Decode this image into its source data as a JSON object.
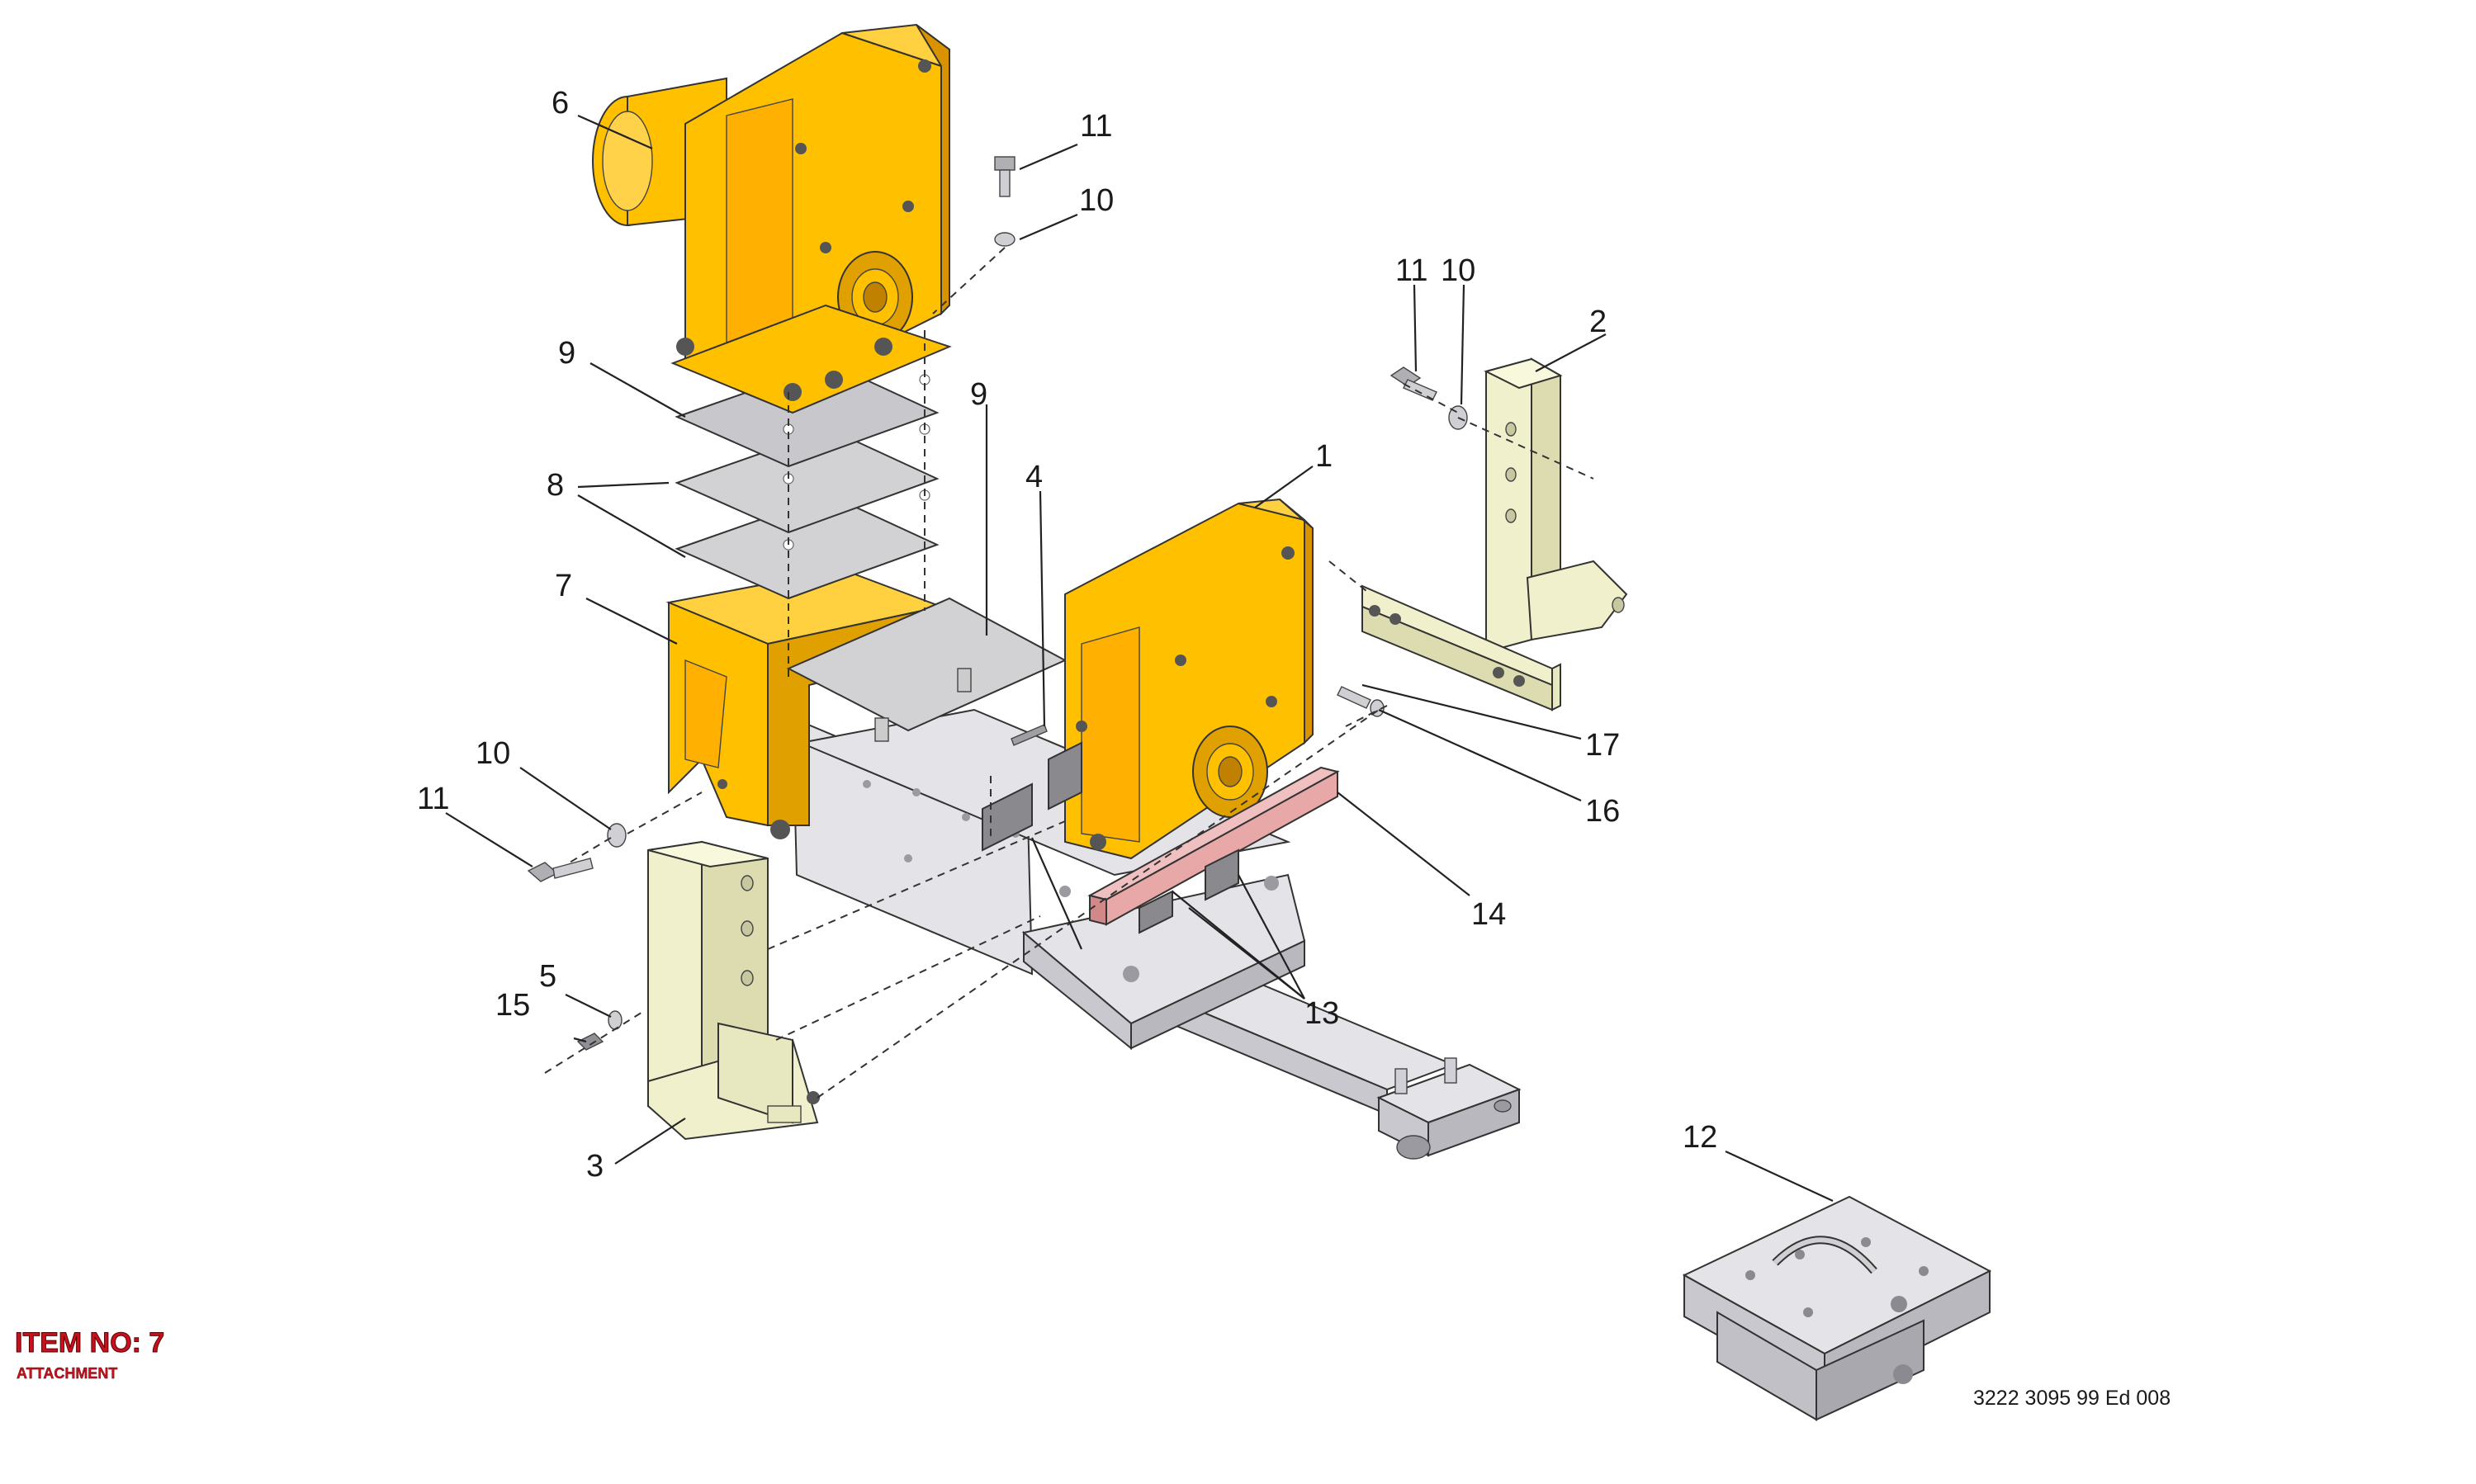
{
  "title": {
    "item": "ITEM NO: 7",
    "subtitle": "ATTACHMENT"
  },
  "drawing_number": "3222 3095 99 Ed 008",
  "callouts": [
    "1",
    "2",
    "3",
    "4",
    "5",
    "6",
    "7",
    "8",
    "9",
    "9",
    "10",
    "10",
    "10",
    "11",
    "11",
    "11",
    "12",
    "13",
    "14",
    "15",
    "16",
    "17"
  ],
  "colors": {
    "gearbox": "#ffc000",
    "gearbox_dark": "#d99200",
    "bracket": "#f0f0cc",
    "bracket_shade": "#dcdcb0",
    "frame": "#e4e4e8",
    "frame_shade": "#c8c8ce",
    "plate": "#d2d2d4",
    "bar": "#e8a8a8",
    "title_red": "#c8101e"
  }
}
